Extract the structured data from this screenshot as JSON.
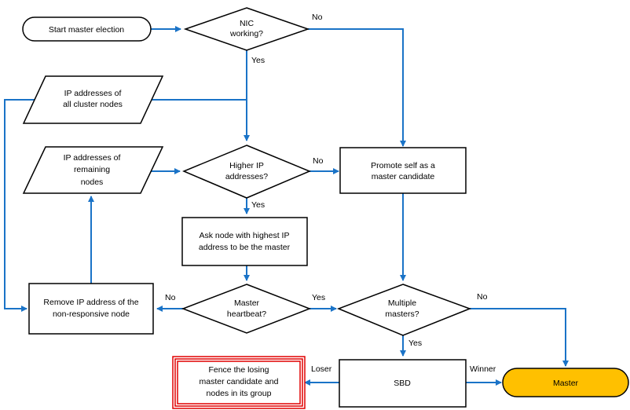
{
  "colors": {
    "arrow": "#1a73c7",
    "master_fill": "#ffc000",
    "fence_border": "#e00000"
  },
  "nodes": {
    "start": {
      "text": "Start master election"
    },
    "nic": {
      "line1": "NIC",
      "line2": "working?"
    },
    "ip_all": {
      "line1": "IP addresses of",
      "line2": "all cluster nodes"
    },
    "ip_remaining": {
      "line1": "IP addresses of",
      "line2": "remaining",
      "line3": "nodes"
    },
    "higher_ip": {
      "line1": "Higher IP",
      "line2": "addresses?"
    },
    "promote": {
      "line1": "Promote self as a",
      "line2": "master candidate"
    },
    "ask_node": {
      "line1": "Ask node with highest IP",
      "line2": "address to be the master"
    },
    "remove_ip": {
      "line1": "Remove IP address of the",
      "line2": "non-responsive node"
    },
    "heartbeat": {
      "line1": "Master",
      "line2": "heartbeat?"
    },
    "multiple": {
      "line1": "Multiple",
      "line2": "masters?"
    },
    "sbd": {
      "text": "SBD"
    },
    "fence": {
      "line1": "Fence the losing",
      "line2": "master candidate and",
      "line3": "nodes in its group"
    },
    "master": {
      "text": "Master"
    }
  },
  "edge_labels": {
    "nic_no": "No",
    "nic_yes": "Yes",
    "higher_no": "No",
    "higher_yes": "Yes",
    "heartbeat_no": "No",
    "heartbeat_yes": "Yes",
    "multiple_no": "No",
    "multiple_yes": "Yes",
    "loser": "Loser",
    "winner": "Winner"
  }
}
